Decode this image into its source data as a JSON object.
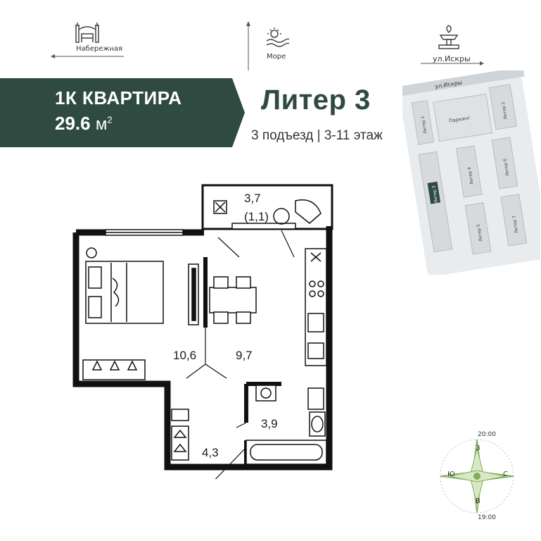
{
  "landmarks": {
    "embankment": "Набережная",
    "sea": "Море",
    "street": "ул.Искры"
  },
  "apartment": {
    "type": "1К КВАРТИРА",
    "area": "29.6",
    "unit": "м"
  },
  "building": {
    "title": "Литер 3",
    "subtitle": "3 подъезд | 3-11 этаж"
  },
  "site_plan": {
    "street": "ул.Искры",
    "parking": "Паркинг",
    "buildings": [
      "Литер 1",
      "Литер 2",
      "Литер 3",
      "Литер 4",
      "Литер 5",
      "Литер 6",
      "Литер 7"
    ]
  },
  "rooms": {
    "balcony_area": "3,7",
    "balcony_reduced": "(1,1)",
    "bedroom": "10,6",
    "living": "9,7",
    "bathroom": "3,9",
    "hall": "4,3"
  },
  "compass": {
    "north": "З",
    "south": "В",
    "east": "С",
    "west": "Ю",
    "time_top": "20:00",
    "time_bottom": "19:00"
  },
  "colors": {
    "brand": "#2f4a40",
    "wall": "#111111",
    "compass_accent": "#7fae55"
  }
}
